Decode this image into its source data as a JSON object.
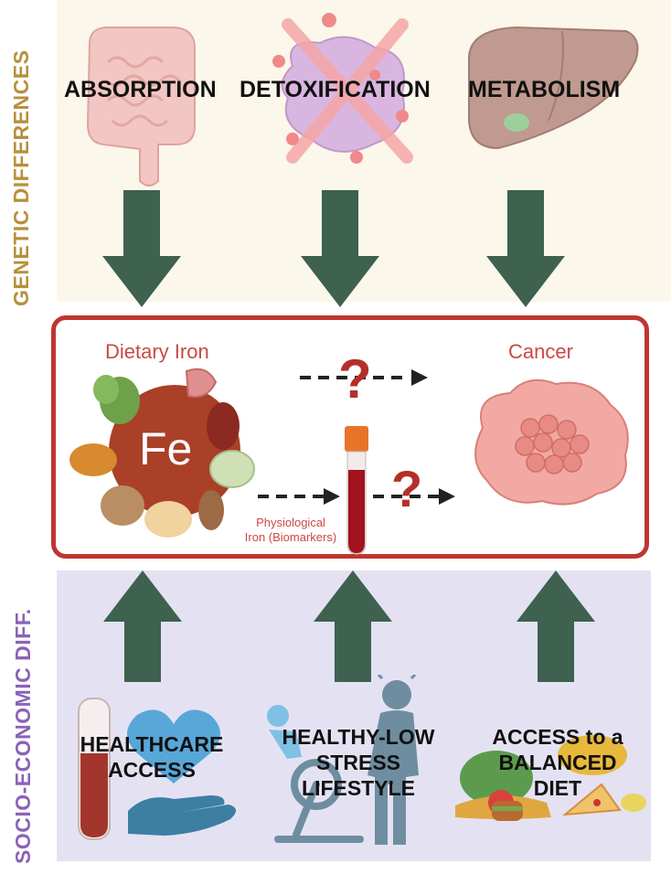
{
  "side_labels": {
    "top": "GENETIC DIFFERENCES",
    "bottom": "SOCIO-ECONOMIC DIFF."
  },
  "top_factors": [
    {
      "label": "ABSORPTION",
      "icon": "intestine-icon"
    },
    {
      "label": "DETOXIFICATION",
      "icon": "oxidative-stress-cell-icon"
    },
    {
      "label": "METABOLISM",
      "icon": "liver-icon"
    }
  ],
  "center": {
    "dietary_iron": "Dietary Iron",
    "fe": "Fe",
    "cancer": "Cancer",
    "physiological_iron_line1": "Physiological",
    "physiological_iron_line2": "Iron (Biomarkers)",
    "question_mark": "?"
  },
  "bottom_factors": [
    {
      "line1": "HEALTHCARE",
      "line2": "ACCESS",
      "line3": "",
      "icon": "heart-in-hand-icon"
    },
    {
      "line1": "HEALTHY-LOW",
      "line2": "STRESS",
      "line3": "LIFESTYLE",
      "icon": "exercise-stress-icon"
    },
    {
      "line1": "ACCESS to a",
      "line2": "BALANCED",
      "line3": "DIET",
      "icon": "mixed-food-icon"
    }
  ],
  "colors": {
    "arrow": "#3e6150",
    "box_border": "#c0352f",
    "top_band": "#fbf7ea",
    "bottom_band": "#e4e2f2",
    "genetic_label": "#b7903c",
    "socio_label": "#8b62b8",
    "red_text": "#c84a44"
  }
}
